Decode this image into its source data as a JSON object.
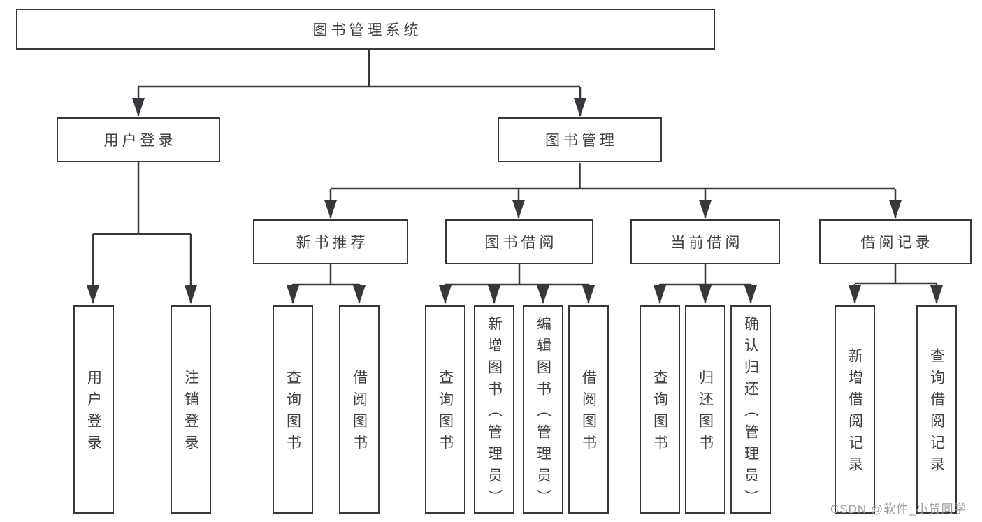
{
  "diagram": {
    "type": "tree-diagram",
    "root": {
      "label": "图书管理系统"
    },
    "branches": [
      {
        "label": "用户登录",
        "children": [
          {
            "label": "用户登录"
          },
          {
            "label": "注销登录"
          }
        ]
      },
      {
        "label": "图书管理",
        "children": [
          {
            "label": "新书推荐",
            "children": [
              {
                "label": "查询图书"
              },
              {
                "label": "借阅图书"
              }
            ]
          },
          {
            "label": "图书借阅",
            "children": [
              {
                "label": "查询图书"
              },
              {
                "label": "新增图书（管理员）"
              },
              {
                "label": "编辑图书（管理员）"
              },
              {
                "label": "借阅图书"
              }
            ]
          },
          {
            "label": "当前借阅",
            "children": [
              {
                "label": "查询图书"
              },
              {
                "label": "归还图书"
              },
              {
                "label": "确认归还（管理员）"
              }
            ]
          },
          {
            "label": "借阅记录",
            "children": [
              {
                "label": "新增借阅记录"
              },
              {
                "label": "查询借阅记录"
              }
            ]
          }
        ]
      }
    ],
    "watermark": "CSDN @软件_小贺同学",
    "colors": {
      "line": "#35383c",
      "text": "#3d4045",
      "background": "#ffffff",
      "watermark": "#9c9c9c"
    }
  }
}
